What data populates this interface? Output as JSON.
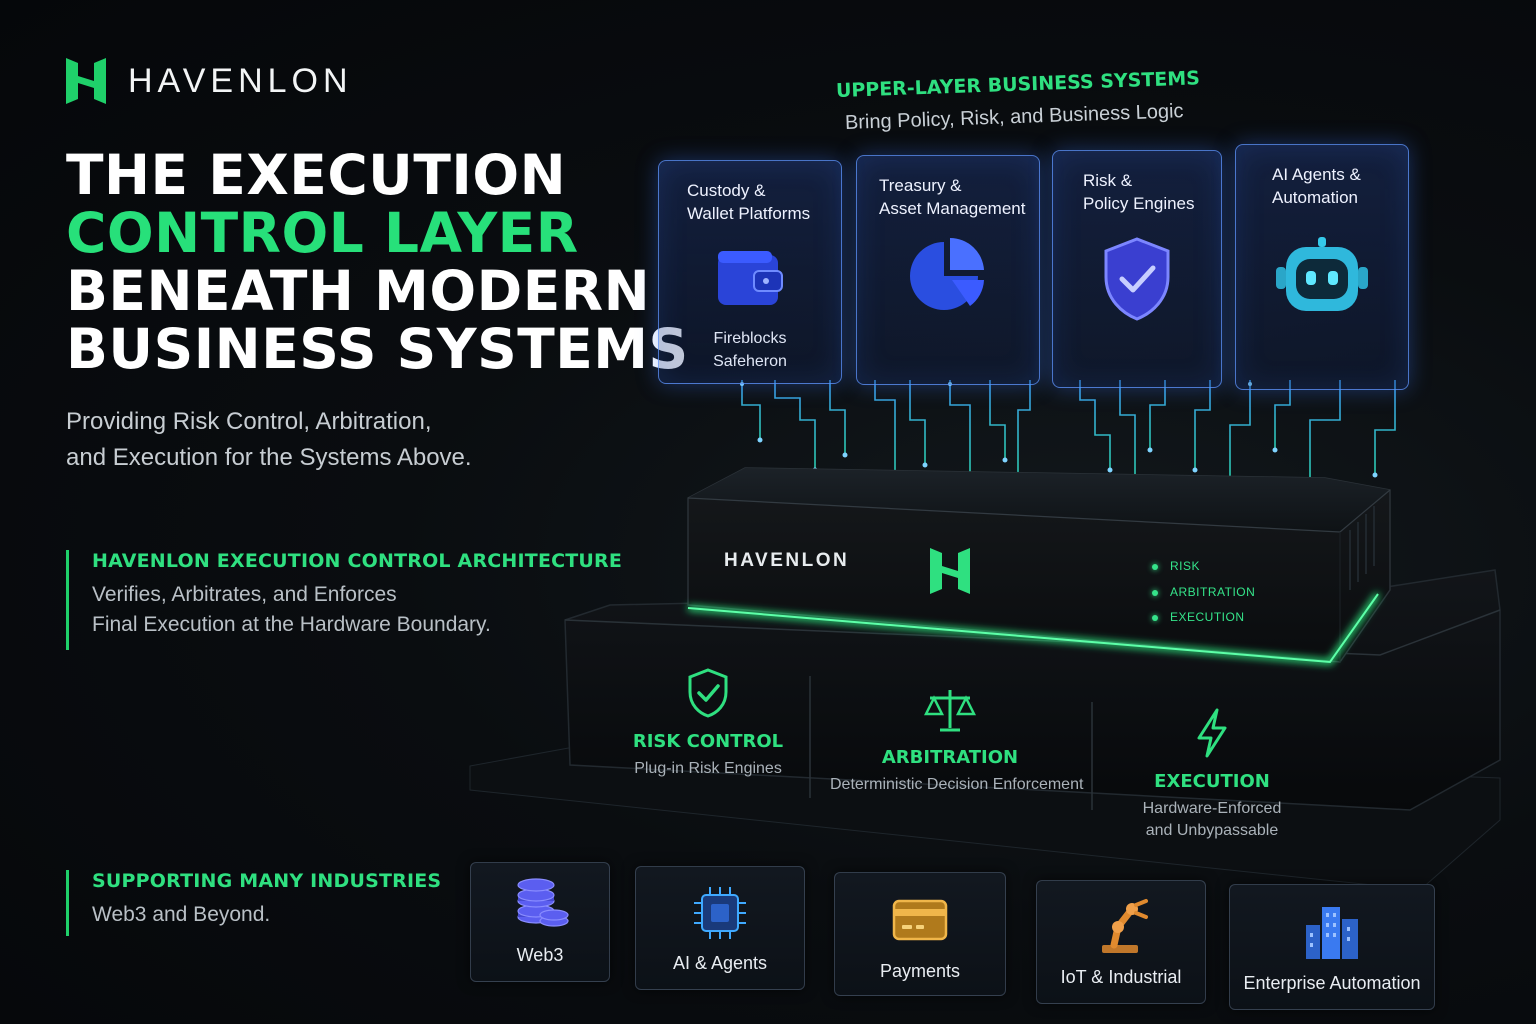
{
  "brand": {
    "name": "HAVENLON"
  },
  "headline": {
    "line1": "THE EXECUTION",
    "line2": "CONTROL LAYER",
    "line3": "BENEATH MODERN",
    "line4": "BUSINESS SYSTEMS"
  },
  "subheadline": {
    "line1": "Providing Risk Control, Arbitration,",
    "line2": "and Execution for the Systems Above."
  },
  "architecture": {
    "title": "HAVENLON EXECUTION CONTROL ARCHITECTURE",
    "line1": "Verifies, Arbitrates, and Enforces",
    "line2": "Final Execution at the Hardware Boundary."
  },
  "industries_section": {
    "title": "SUPPORTING MANY INDUSTRIES",
    "text": "Web3 and Beyond."
  },
  "upper_layer": {
    "title": "UPPER-LAYER BUSINESS SYSTEMS",
    "subtitle": "Bring Policy, Risk, and Business Logic",
    "cards": [
      {
        "line1": "Custody &",
        "line2": "Wallet Platforms",
        "icon": "wallet-icon",
        "sub1": "Fireblocks",
        "sub2": "Safeheron"
      },
      {
        "line1": "Treasury &",
        "line2": "Asset Management",
        "icon": "pie-chart-icon"
      },
      {
        "line1": "Risk &",
        "line2": "Policy Engines",
        "icon": "shield-check-icon"
      },
      {
        "line1": "AI Agents &",
        "line2": "Automation",
        "icon": "robot-icon"
      }
    ]
  },
  "device": {
    "brand": "HAVENLON",
    "status": [
      "RISK",
      "ARBITRATION",
      "EXECUTION"
    ]
  },
  "base_columns": [
    {
      "title": "RISK CONTROL",
      "text1": "Plug-in Risk Engines",
      "icon": "shield-check-icon"
    },
    {
      "title": "ARBITRATION",
      "text1": "Deterministic Decision Enforcement",
      "icon": "scales-icon"
    },
    {
      "title": "EXECUTION",
      "text1": "Hardware-Enforced",
      "text2": "and Unbypassable",
      "icon": "lightning-icon"
    }
  ],
  "industries": [
    {
      "label": "Web3",
      "icon": "coins-stack-icon"
    },
    {
      "label": "AI & Agents",
      "icon": "chip-icon"
    },
    {
      "label": "Payments",
      "icon": "credit-card-icon"
    },
    {
      "label": "IoT & Industrial",
      "icon": "robot-arm-icon"
    },
    {
      "label": "Enterprise Automation",
      "icon": "buildings-icon"
    }
  ],
  "colors": {
    "accent_green": "#27e07a",
    "card_blue": "#5f96ff",
    "background": "#05070a"
  }
}
